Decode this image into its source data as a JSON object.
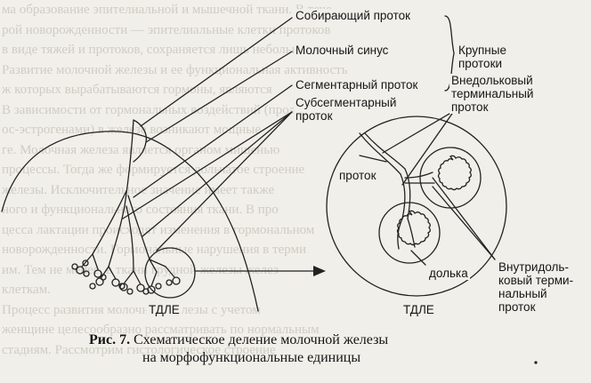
{
  "background_text": [
    "ма образование эпителиальной и мышечной ткани. В тече",
    "рой новорожденности — эпителиальные клетки протоков",
    "в виде тяжей и протоков, сохраняется лишь небольшое",
    "Развитие молочной железы и ее функциональная активность",
    "ж которых вырабатываются гормоны, являются",
    "В зависимости от гормональных воздействий (пролак",
    "ос-эстрогенами) в железе возникают мощные",
    "ге. Молочная железа является органом мишенью",
    "процессы. Тогда же формируется дольчатое строение",
    "железы. Исключительное значение имеет также",
    "ного и функционального состояния ткани. В про",
    "цесса лактации происходят изменения в гормональном",
    "новорожденности. Гормональные нарушения в терми",
    "им. Тем не менее, в ткани грудной железы желез",
    "клеткам.",
    "    Процесс развития молочной железы с учетом",
    "женщине целесообразно рассматривать по нормальным",
    "стадиям. Рассмотрим гистологическое строение"
  ],
  "labels": {
    "collecting_duct": "Собирающий проток",
    "milk_sinus": "Молочный синус",
    "large_ducts_1": "Крупные",
    "large_ducts_2": "протоки",
    "segmental_duct": "Сегментарный проток",
    "subsegmental_1": "Субсегментарный",
    "subsegmental_2": "проток",
    "extralobular_1": "Внедольковый",
    "extralobular_2": "терминальный",
    "extralobular_3": "проток",
    "duct": "проток",
    "lobule": "долька",
    "intralobular_1": "Внутридоль-",
    "intralobular_2": "ковый терми-",
    "intralobular_3": "нальный",
    "intralobular_4": "проток",
    "tdle_small": "ТДЛЕ",
    "tdle_large": "ТДЛЕ"
  },
  "caption": {
    "number": "Рис. 7.",
    "line1": "Схематическое деление молочной железы",
    "line2": "на морфофункциональные единицы"
  }
}
